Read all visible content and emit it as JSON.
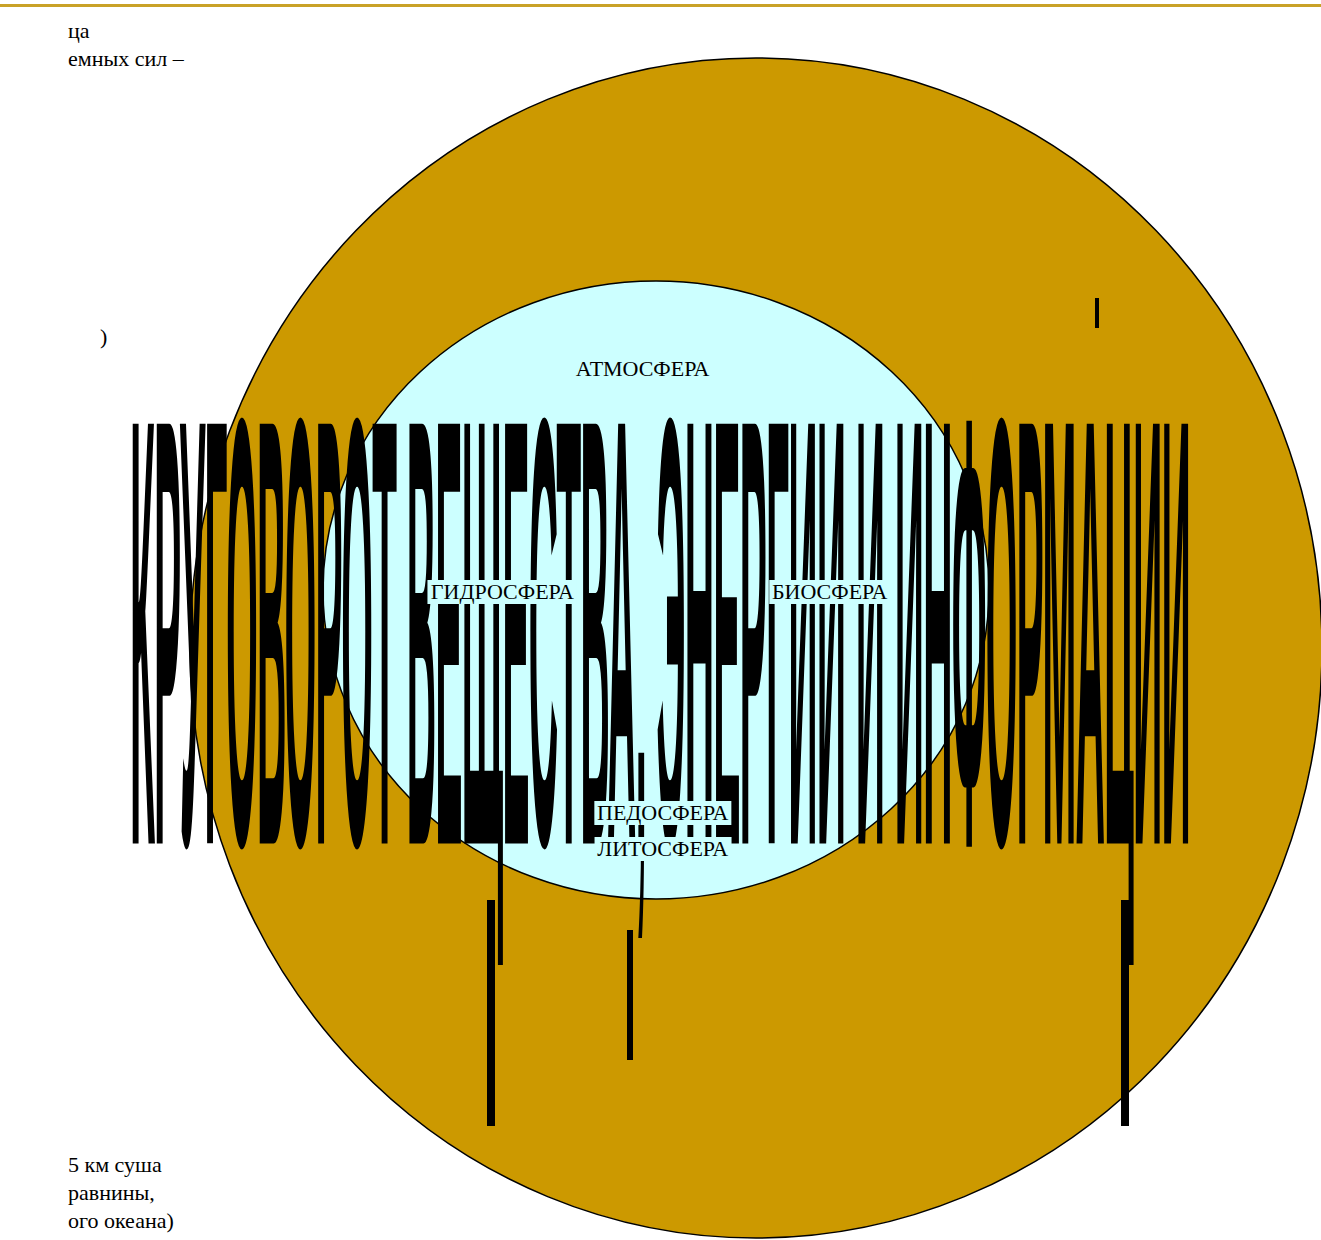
{
  "diagram": {
    "nodes": [
      {
        "text": [
          "АТМОСФЕРА",
          "ГИДРОСФЕРА",
          "БИОСФЕРА",
          "ПЕДОСФЕРА",
          "ЛИТОСФЕРА"
        ]
      }
    ],
    "labels": [
      "ца",
      "емных сил –",
      ")",
      "КРУГОВОРОТ ВЕЩЕСТВА, ЭНЕРГИИ И ИНФОРМАЦИИ",
      "5 км суша",
      "равнины,",
      "ого океана)"
    ]
  }
}
